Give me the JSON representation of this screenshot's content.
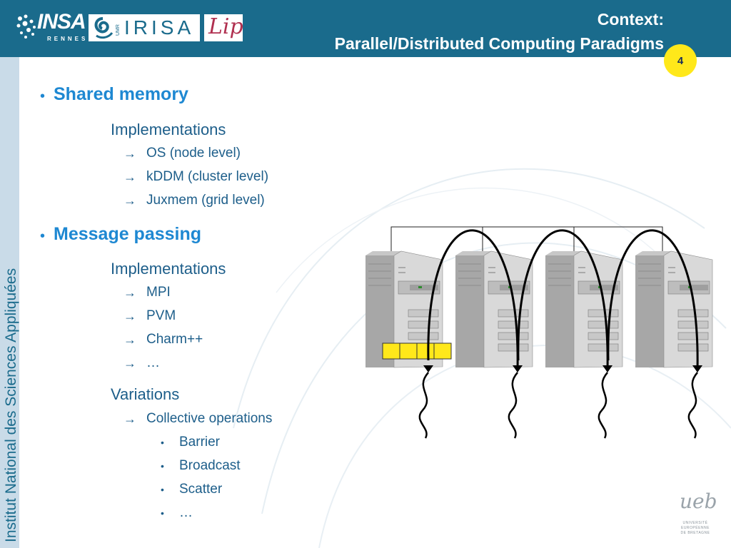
{
  "header": {
    "title_line1": "Context:",
    "title_line2": "Parallel/Distributed Computing Paradigms",
    "page_number": "4",
    "logos": {
      "insa_name": "INSA",
      "insa_city": "RENNES",
      "irisa_prefix": "UMR",
      "irisa_name": "IRISA",
      "lip_name": "Lip"
    }
  },
  "side_strip": {
    "text": "Institut National des Sciences Appliquées"
  },
  "content": {
    "section1": {
      "title": "Shared memory",
      "sub_title": "Implementations",
      "items": [
        "OS (node level)",
        "kDDM (cluster level)",
        "Juxmem (grid level)"
      ]
    },
    "section2": {
      "title": "Message passing",
      "sub_title": "Implementations",
      "items": [
        "MPI",
        "PVM",
        "Charm++",
        "…"
      ],
      "variations_title": "Variations",
      "variation_item": "Collective operations",
      "sub_items": [
        "Barrier",
        "Broadcast",
        "Scatter",
        "…"
      ]
    },
    "bullet_glyph": "•",
    "arrow_glyph": "→"
  },
  "footer": {
    "ueb_logo": "ueb",
    "ueb_line1": "UNIVERSITÉ",
    "ueb_line2": "EUROPÉENNE",
    "ueb_line3": "DE BRETAGNE"
  },
  "colors": {
    "header_bg": "#1a6b8c",
    "heading_blue": "#1e88d2",
    "text_blue": "#1d5e8a",
    "badge_yellow": "#ffe81a",
    "buffer_yellow": "#ffe81a"
  },
  "diagram": {
    "server_count": 4,
    "buffer_cells": 4
  }
}
